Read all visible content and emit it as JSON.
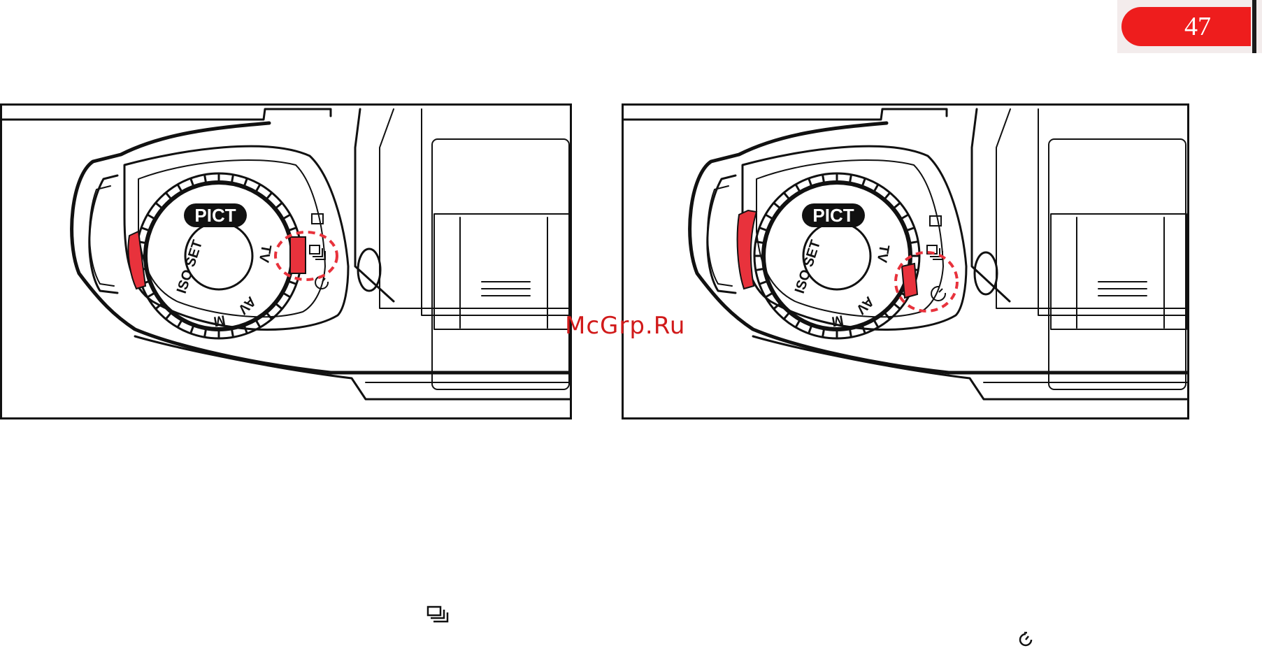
{
  "page": {
    "number": "47",
    "tab_color": "#ee1d1d"
  },
  "watermark": {
    "text": "McGrp.Ru",
    "color": "#d11a1a"
  },
  "figures": [
    {
      "dial_labels": {
        "pict": "PICT",
        "iso_set": "ISO SET",
        "tv": "TV",
        "av": "AV",
        "m": "M"
      },
      "highlight": "continuous-shooting-setting",
      "highlight_color": "#e8323c"
    },
    {
      "dial_labels": {
        "pict": "PICT",
        "iso_set": "ISO SET",
        "tv": "TV",
        "av": "AV",
        "m": "M"
      },
      "highlight": "self-timer-setting",
      "highlight_color": "#e8323c"
    }
  ],
  "icons": {
    "single": "single-frame-icon",
    "continuous": "continuous-shooting-icon",
    "self_timer": "self-timer-icon"
  }
}
